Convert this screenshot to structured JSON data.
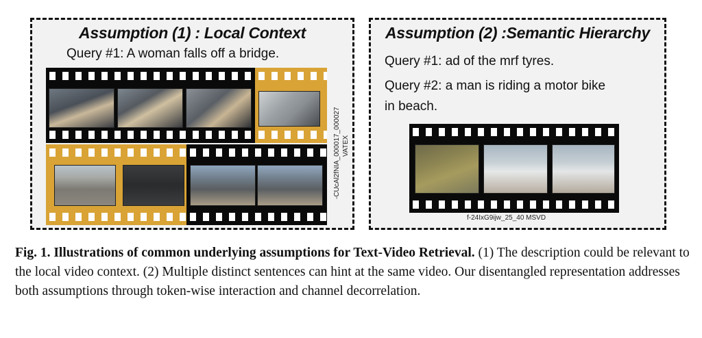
{
  "panel1": {
    "title": "Assumption (1) : Local Context",
    "query_label": "Query #1",
    "query_text": ": A woman falls off a bridge.",
    "side_label_line1": "-CUcAl2fNIA_000017_000027",
    "side_label_line2": "VATEX"
  },
  "panel2": {
    "title": "Assumption (2) :Semantic Hierarchy",
    "query1_label": "Query #1",
    "query1_text": ": ad of the mrf tyres.",
    "query2_label": "Query #2",
    "query2_text": ": a man is riding a motor bike",
    "query2_text_line2": "in beach.",
    "bottom_label": "f-24IxG9ijw_25_40   MSVD"
  },
  "caption": {
    "fig_label": "Fig. 1.",
    "bold_text": "Illustrations of common underlying assumptions for Text-Video Retrieval.",
    "body_text": "(1) The description could be relevant to the local video context. (2) Multiple distinct sentences can hint at the same video. Our disentangled representation addresses both assumptions through token-wise interaction and channel decorrelation."
  },
  "colors": {
    "film_black": "#0a0a0a",
    "film_gold": "#d9a336",
    "panel_bg": "#f2f2f2"
  }
}
